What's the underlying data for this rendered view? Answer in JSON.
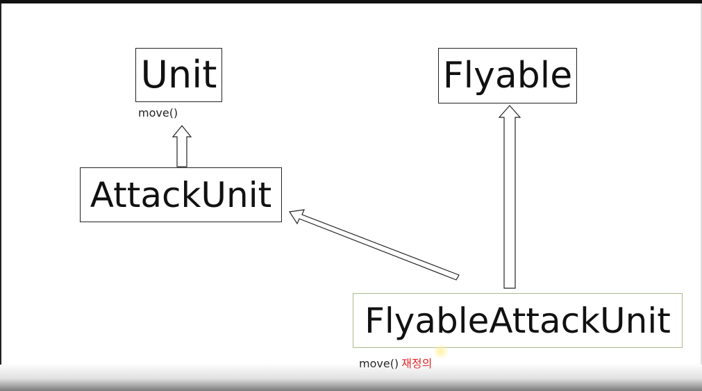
{
  "diagram": {
    "nodes": {
      "unit": {
        "label": "Unit"
      },
      "flyable": {
        "label": "Flyable"
      },
      "attack_unit": {
        "label": "AttackUnit"
      },
      "flyable_attack_unit": {
        "label": "FlyableAttackUnit"
      }
    },
    "notes": {
      "unit_method": "move()",
      "fau_method": "move()",
      "fau_override": "재정의"
    },
    "colors": {
      "border": "#222222",
      "fau_border": "#a9b98e",
      "override_text": "#e02020"
    }
  }
}
